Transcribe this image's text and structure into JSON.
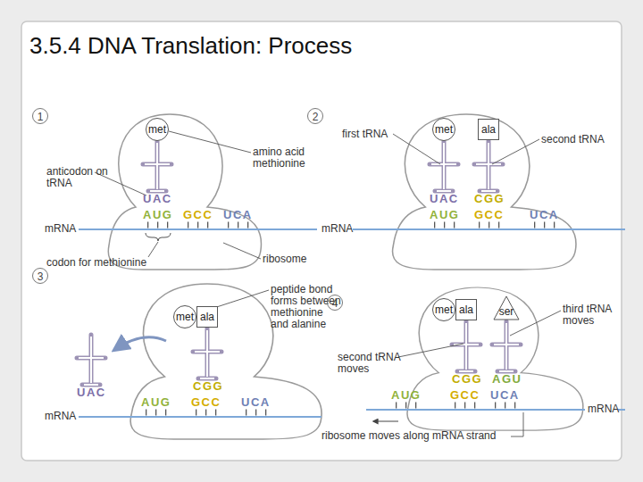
{
  "diagram": {
    "title": "3.5.4 DNA Translation: Process",
    "nodes": [
      {
        "text": [
          "met"
        ]
      },
      {
        "text": [
          "met"
        ]
      },
      {
        "text": [
          "ala"
        ]
      },
      {
        "text": [
          "met"
        ]
      },
      {
        "text": [
          "ala"
        ]
      },
      {
        "text": [
          "met"
        ]
      },
      {
        "text": [
          "ala"
        ]
      },
      {
        "text": [
          "ser"
        ]
      }
    ],
    "labels": [
      "1",
      "anticodon on tRNA",
      "UAC",
      "amino acid methionine",
      "mRNA",
      "AUG",
      "GCC",
      "UCA",
      "codon for methionine",
      "ribosome",
      "2",
      "first tRNA",
      "second tRNA",
      "UAC",
      "CGG",
      "mRNA",
      "AUG",
      "GCC",
      "UCA",
      "3",
      "UAC",
      "peptide bond forms between methionine and alanine",
      "CGG",
      "mRNA",
      "AUG",
      "GCC",
      "UCA",
      "4",
      "second tRNA moves",
      "third tRNA moves",
      "CGG",
      "AGU",
      "mRNA",
      "AUG",
      "GCC",
      "UCA",
      "ribosome moves along mRNA strand"
    ]
  }
}
